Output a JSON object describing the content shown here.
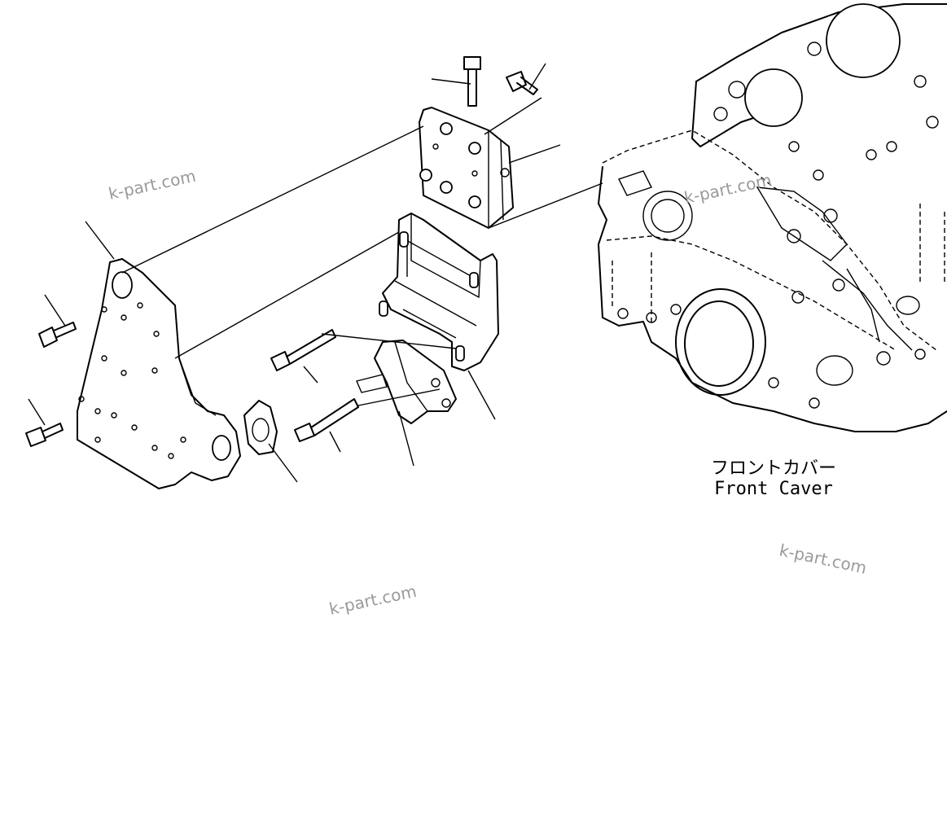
{
  "caption": {
    "japanese": "フロントカバー",
    "english": "Front Caver"
  },
  "watermarks": [
    "k-part.com",
    "k-part.com",
    "k-part.com",
    "k-part.com"
  ]
}
